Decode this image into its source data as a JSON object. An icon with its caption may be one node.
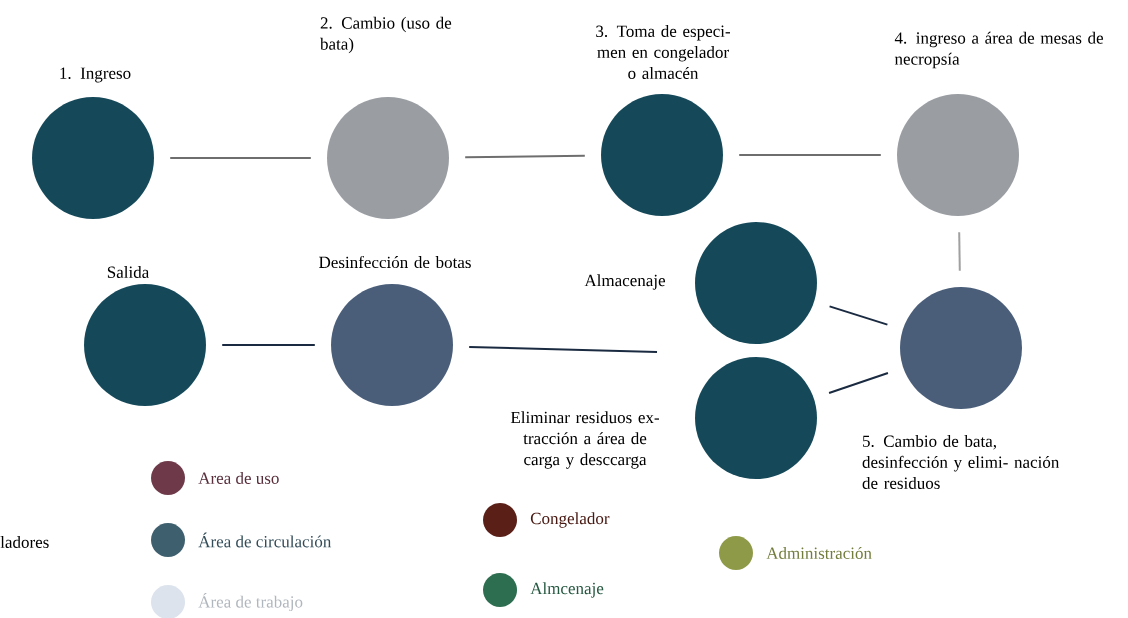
{
  "diagram": {
    "nodes": [
      {
        "text": [
          "1. Ingreso"
        ]
      },
      {
        "text": [
          "2. Cambio (uso de bata)"
        ]
      },
      {
        "text": [
          "3. Toma de especi- men en congelador o almacén"
        ]
      },
      {
        "text": [
          "4.  ingreso a área de mesas de necropsía"
        ]
      },
      {
        "text": [
          "Salida"
        ]
      },
      {
        "text": [
          "Desinfección de botas"
        ]
      },
      {
        "text": [
          "Almacenaje"
        ]
      },
      {
        "text": [
          "Eliminar residuos ex- tracción a área de carga y desccarga"
        ]
      },
      {
        "text": [
          "5. Cambio de bata, desinfección y elimi- nación de residuos"
        ]
      }
    ],
    "edges": [
      {
        "from": 0,
        "to": 1,
        "arrow": "none",
        "color": "#6e6e6e"
      },
      {
        "from": 1,
        "to": 2,
        "arrow": "none",
        "color": "#6e6e6e"
      },
      {
        "from": 2,
        "to": 3,
        "arrow": "none",
        "color": "#6e6e6e"
      },
      {
        "from": 3,
        "to": 8,
        "arrow": "none",
        "color": "#a0a0a0"
      },
      {
        "from": 6,
        "to": 8,
        "arrow": "none"
      },
      {
        "from": 7,
        "to": 8,
        "arrow": "none"
      },
      {
        "from": 4,
        "to": 5,
        "arrow": "none"
      },
      {
        "from": 5,
        "to": null,
        "arrow": "none"
      }
    ],
    "labels": [
      "ladores"
    ],
    "legend": [
      {
        "text": "Area de uso",
        "color": "#6e3a4a"
      },
      {
        "text": "Área de circulación",
        "color": "#3e5f6e"
      },
      {
        "text": "Área de trabajo",
        "color": "#dce3ec"
      },
      {
        "text": "Congelador",
        "color": "#5a2018"
      },
      {
        "text": "Almcenaje",
        "color": "#2e6e50"
      },
      {
        "text": "Administración",
        "color": "#8e9a48"
      }
    ]
  }
}
